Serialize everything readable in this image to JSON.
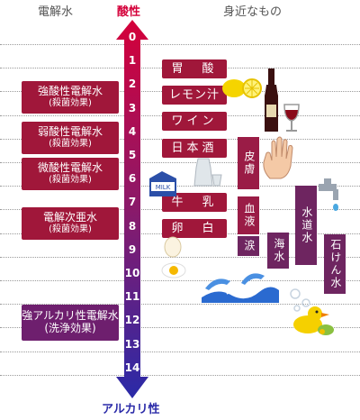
{
  "header": {
    "left": "電解水",
    "center": "酸性",
    "right": "身近なもの",
    "bottom": "アルカリ性"
  },
  "scale": [
    "0",
    "1",
    "2",
    "3",
    "4",
    "5",
    "6",
    "7",
    "8",
    "9",
    "10",
    "11",
    "12",
    "13",
    "14"
  ],
  "electrolyzed": [
    {
      "main": "強酸性電解水",
      "sub": "(殺菌効果)"
    },
    {
      "main": "弱酸性電解水",
      "sub": "(殺菌効果)"
    },
    {
      "main": "微酸性電解水",
      "sub": "(殺菌効果)"
    },
    {
      "main": "電解次亜水",
      "sub": "(殺菌効果)"
    },
    {
      "main": "強アルカリ性電解水",
      "sub": "(洗浄効果)"
    }
  ],
  "items": {
    "stomach_acid": "胃　酸",
    "lemon_juice": "レモン汁",
    "wine": "ワイン",
    "sake": "日本酒",
    "skin": "皮膚",
    "milk": "牛　乳",
    "egg_white": "卵　白",
    "blood": "血液",
    "tears": "涙",
    "seawater": "海水",
    "tap_water": "水道水",
    "soap_water": "石けん水",
    "milk_carton": "MILK"
  },
  "colors": {
    "acid": "#d4003a",
    "alkaline": "#2a2aa8",
    "box_red": "#a0173a",
    "box_purple": "#6e1f6e"
  }
}
